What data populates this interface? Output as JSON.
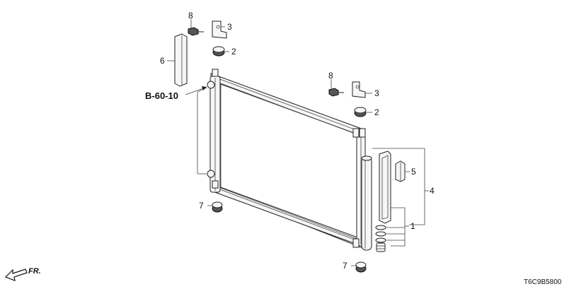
{
  "reference": "B-60-10",
  "diagram_code": "T6C9B5800",
  "front_arrow_label": "FR.",
  "part_numbers": {
    "p8a": "8",
    "p3a": "3",
    "p2a": "2",
    "p6": "6",
    "p8b": "8",
    "p3b": "3",
    "p2b": "2",
    "p5": "5",
    "p4": "4",
    "p1": "1",
    "p7a": "7",
    "p7b": "7"
  }
}
